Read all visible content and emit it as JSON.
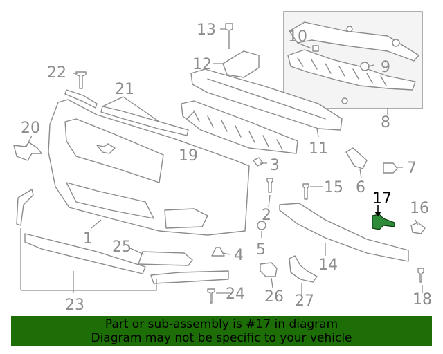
{
  "diagram": {
    "callouts": [
      "1",
      "2",
      "3",
      "4",
      "5",
      "6",
      "7",
      "8",
      "9",
      "10",
      "11",
      "12",
      "13",
      "14",
      "15",
      "16",
      "17",
      "18",
      "19",
      "20",
      "21",
      "22",
      "23",
      "24",
      "25",
      "26",
      "27"
    ],
    "highlighted": "17"
  },
  "banner": {
    "line1": "Part or sub-assembly is #17 in diagram",
    "line2": "Diagram may not be specific to your vehicle"
  },
  "colors": {
    "banner_bg": "#1d6e07",
    "line_art": "#8c8c8c",
    "highlight": "#2e8b3a"
  }
}
